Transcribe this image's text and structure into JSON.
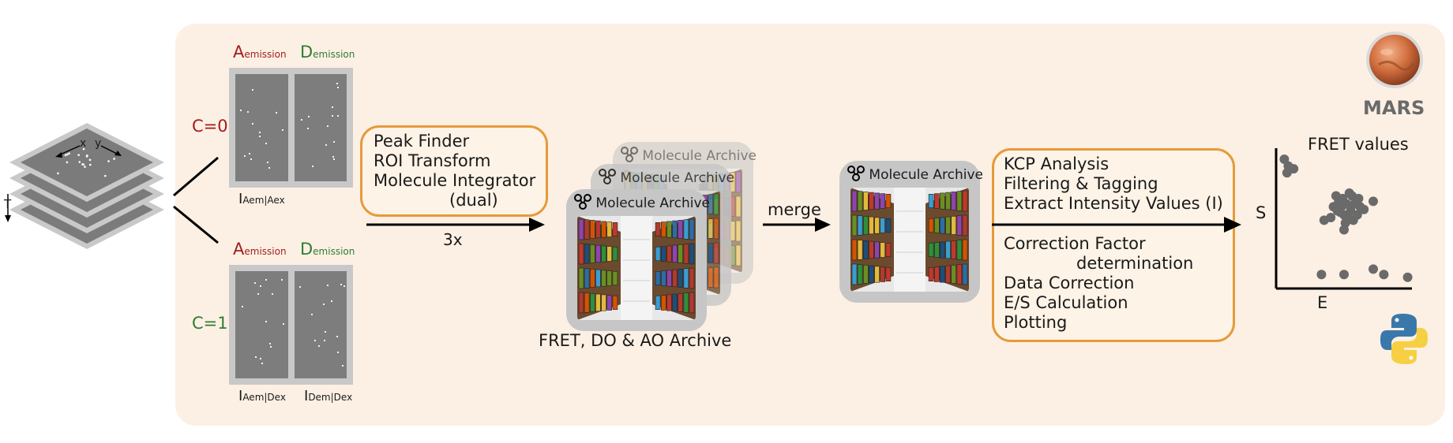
{
  "stack": {
    "axis_x": "x",
    "axis_y": "y",
    "axis_t": "T"
  },
  "channels": [
    {
      "c_label": "C=0",
      "a_label": "A",
      "a_sub": "emission",
      "d_label": "D",
      "d_sub": "emission",
      "i_labels": [
        {
          "main": "I",
          "sub": "Aem|Aex"
        }
      ]
    },
    {
      "c_label": "C=1",
      "a_label": "A",
      "a_sub": "emission",
      "d_label": "D",
      "d_sub": "emission",
      "i_labels": [
        {
          "main": "I",
          "sub": "Aem|Dex"
        },
        {
          "main": "I",
          "sub": "Dem|Dex"
        }
      ]
    }
  ],
  "processing_box": {
    "lines": [
      "Peak Finder",
      "ROI Transform",
      "Molecule Integrator",
      "(dual)"
    ]
  },
  "repeat_label": "3x",
  "archive_title": "Molecule Archive",
  "archive_caption": "FRET, DO & AO Archive",
  "merge_label": "merge",
  "analysis_box": {
    "top_lines": [
      "KCP Analysis",
      "Filtering & Tagging",
      "Extract Intensity Values (I)"
    ],
    "bottom_lines": [
      "Correction Factor",
      "determination",
      "Data Correction",
      "E/S Calculation",
      "Plotting"
    ]
  },
  "app_label": "MARS",
  "chart_data": {
    "type": "scatter",
    "title": "FRET values",
    "xlabel": "E",
    "ylabel": "S",
    "grid": false,
    "xlim": [
      0,
      1
    ],
    "ylim": [
      0,
      1
    ],
    "clusters": {
      "top_left": [
        [
          0.05,
          0.93
        ],
        [
          0.08,
          0.88
        ],
        [
          0.12,
          0.86
        ],
        [
          0.07,
          0.83
        ]
      ],
      "center": [
        [
          0.45,
          0.55
        ],
        [
          0.48,
          0.58
        ],
        [
          0.52,
          0.6
        ],
        [
          0.5,
          0.52
        ],
        [
          0.55,
          0.55
        ],
        [
          0.58,
          0.6
        ],
        [
          0.46,
          0.62
        ],
        [
          0.53,
          0.5
        ],
        [
          0.6,
          0.52
        ],
        [
          0.42,
          0.58
        ],
        [
          0.49,
          0.64
        ],
        [
          0.56,
          0.66
        ],
        [
          0.62,
          0.58
        ],
        [
          0.4,
          0.5
        ],
        [
          0.51,
          0.46
        ],
        [
          0.65,
          0.56
        ],
        [
          0.35,
          0.48
        ],
        [
          0.72,
          0.62
        ],
        [
          0.47,
          0.54
        ],
        [
          0.57,
          0.48
        ],
        [
          0.44,
          0.66
        ],
        [
          0.54,
          0.68
        ],
        [
          0.61,
          0.64
        ],
        [
          0.5,
          0.41
        ]
      ],
      "bottom": [
        [
          0.33,
          0.08
        ],
        [
          0.5,
          0.08
        ],
        [
          0.72,
          0.12
        ],
        [
          0.8,
          0.08
        ],
        [
          0.98,
          0.06
        ]
      ]
    }
  }
}
